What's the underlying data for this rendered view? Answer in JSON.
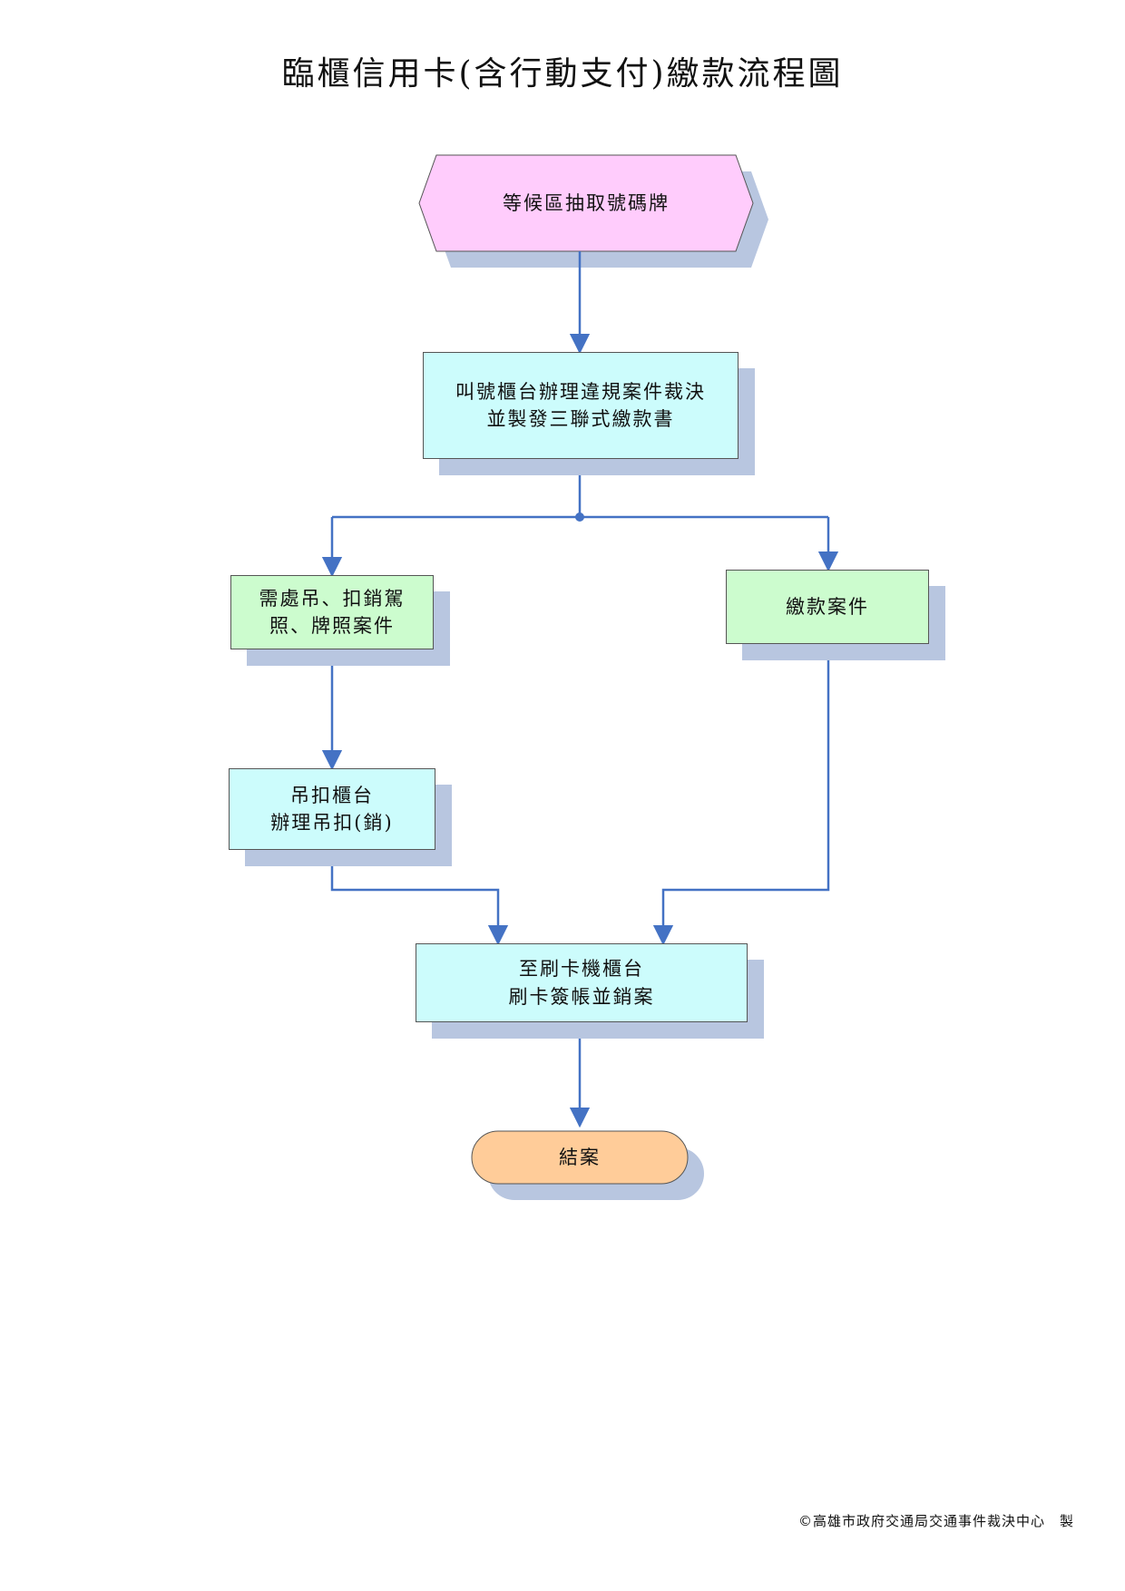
{
  "title": "臨櫃信用卡(含行動支付)繳款流程圖",
  "nodes": {
    "start": "等候區抽取號碼牌",
    "counter": "叫號櫃台辦理違規案件裁決\n並製發三聯式繳款書",
    "suspend_case": "需處吊、扣銷駕\n照、牌照案件",
    "payment_case": "繳款案件",
    "suspend_counter": "吊扣櫃台\n辦理吊扣(銷)",
    "card_counter": "至刷卡機櫃台\n刷卡簽帳並銷案",
    "end": "結案"
  },
  "footer": {
    "copyright_symbol": "©",
    "maker": "高雄市政府交通局交通事件裁決中心　製"
  },
  "colors": {
    "start_fill": "#ffccfc",
    "cyan_fill": "#ccfcfc",
    "green_fill": "#ccfcce",
    "end_fill": "#ffcc99",
    "connector": "#4472c4",
    "shadow": "#b8c6e0"
  }
}
